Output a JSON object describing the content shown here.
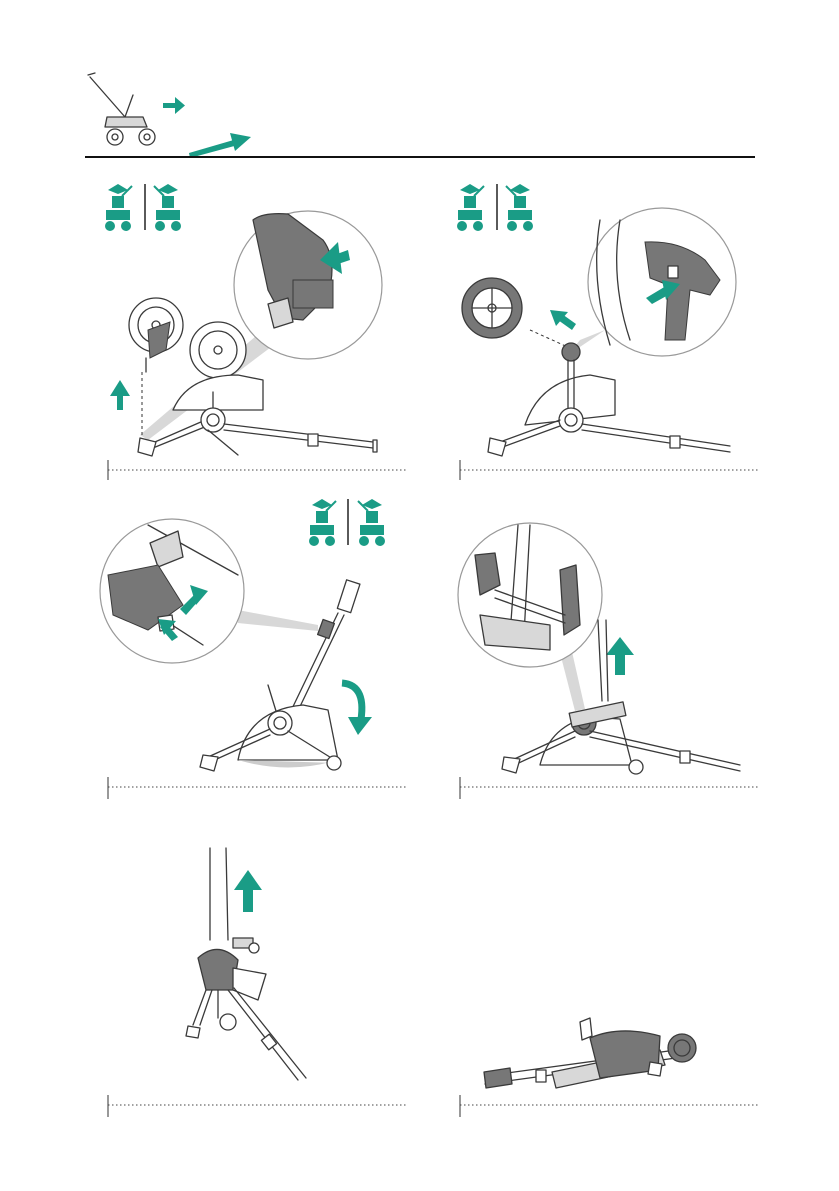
{
  "colors": {
    "accent": "#1a9c86",
    "ink": "#3a3a3a",
    "frame_dark": "#777777",
    "frame_light": "#d8d8d8"
  },
  "icons": {
    "header": [
      "stroller-icon",
      "arrow-right-icon",
      "long-arrow-icon"
    ],
    "mode": [
      "parent-facing-seat-icon",
      "world-facing-seat-icon"
    ]
  },
  "steps": [
    {
      "id": "step-1",
      "action": "release-rear-wheel",
      "mode_icons": true,
      "detail_zoom": true,
      "arrow": "up"
    },
    {
      "id": "step-2",
      "action": "remove-wheel",
      "mode_icons": true,
      "detail_zoom": true,
      "arrow": "left-up"
    },
    {
      "id": "step-3",
      "action": "press-fold-button",
      "mode_icons": true,
      "detail_zoom": true,
      "arrow": "curved-down"
    },
    {
      "id": "step-4",
      "action": "lift-handle",
      "mode_icons": false,
      "detail_zoom": true,
      "arrow": "up"
    },
    {
      "id": "step-5",
      "action": "continue-fold",
      "mode_icons": false,
      "detail_zoom": false,
      "arrow": "up"
    },
    {
      "id": "step-6",
      "action": "folded",
      "mode_icons": false,
      "detail_zoom": false,
      "arrow": "none"
    }
  ]
}
